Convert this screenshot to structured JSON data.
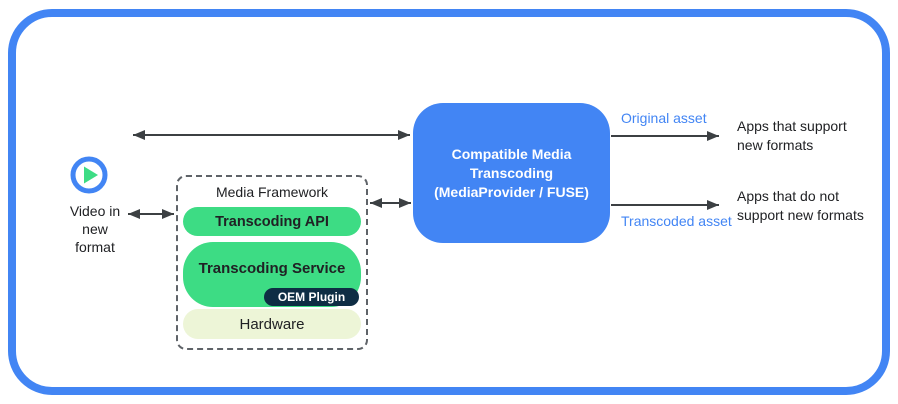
{
  "diagram": {
    "source": {
      "label": "Video in\nnew\nformat",
      "icon": "play"
    },
    "framework": {
      "title": "Media Framework",
      "api_label": "Transcoding API",
      "service_label": "Transcoding Service",
      "oem_label": "OEM Plugin",
      "hardware_label": "Hardware"
    },
    "transcoding_box": {
      "label": "Compatible Media\nTranscoding\n(MediaProvider / FUSE)"
    },
    "outputs": {
      "original_label": "Original asset",
      "transcoded_label": "Transcoded asset",
      "apps_support_label": "Apps that support\nnew formats",
      "apps_not_support_label": "Apps that do not\nsupport new formats"
    },
    "colors": {
      "accent_blue": "#4285f4",
      "android_green": "#3ddc84",
      "dark_navy": "#0e2d44",
      "light_cream": "#edf5d7",
      "arrow_gray": "#3c4043",
      "text": "#202124"
    }
  }
}
